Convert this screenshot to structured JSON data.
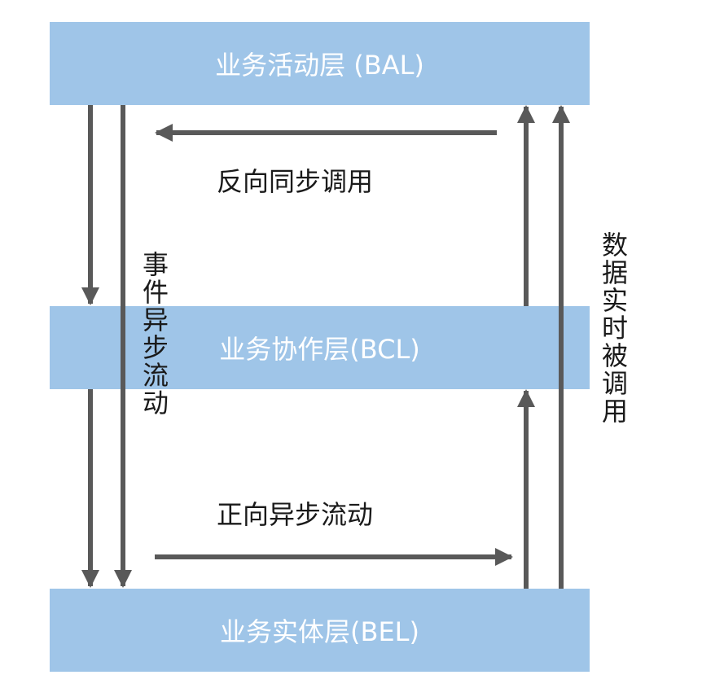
{
  "layers": {
    "bal": "业务活动层 (BAL)",
    "bcl": "业务协作层(BCL)",
    "bel": "业务实体层(BEL)"
  },
  "labels": {
    "reverse_sync": "反向同步调用",
    "forward_async": "正向异步流动",
    "event_async": "事件异步流动",
    "data_realtime": "数据实时被调用"
  },
  "colors": {
    "layer_fill": "#9fc5e8",
    "layer_text": "#ffffff",
    "arrow": "#595959",
    "label_text": "#1a1a1a"
  }
}
